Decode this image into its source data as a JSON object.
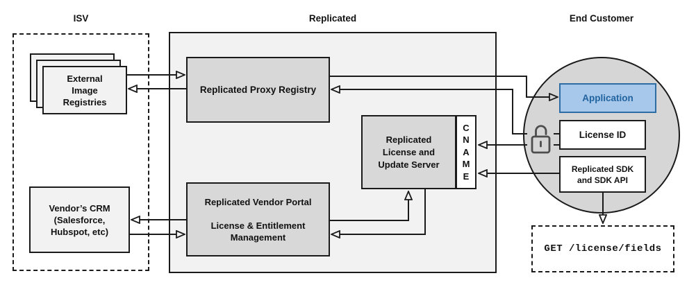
{
  "sections": {
    "isv": "ISV",
    "replicated": "Replicated",
    "end_customer": "End Customer"
  },
  "nodes": {
    "external_image_registries": "External\nImage\nRegistries",
    "vendors_crm": "Vendor’s CRM\n(Salesforce,\nHubspot, etc)",
    "proxy_registry": "Replicated Proxy Registry",
    "license_update_server": "Replicated\nLicense and\nUpdate Server",
    "cname": "C\nN\nA\nM\nE",
    "vendor_portal": "Replicated Vendor Portal\n\nLicense & Entitlement\nManagement",
    "application": "Application",
    "license_id": "License ID",
    "replicated_sdk": "Replicated SDK\nand SDK API",
    "get_license_fields": "GET /license/fields"
  },
  "icons": {
    "lock": "unlocked-padlock-icon"
  },
  "colors": {
    "line": "#1a1a1a",
    "container_gray": "#f2f2f2",
    "node_gray": "#d8d8d8",
    "circle_gray": "#d6d6d6",
    "accent_fill": "#a7c8ea",
    "accent_border": "#2e6da4",
    "accent_text": "#21639f",
    "lock_gray": "#4d4d4d"
  },
  "connections": [
    {
      "from": "external_image_registries",
      "to": "proxy_registry"
    },
    {
      "from": "proxy_registry",
      "to": "external_image_registries"
    },
    {
      "from": "proxy_registry",
      "to": "application"
    },
    {
      "from": "license_id",
      "to": "proxy_registry"
    },
    {
      "from": "license_id",
      "to": "cname"
    },
    {
      "from": "replicated_sdk",
      "to": "cname"
    },
    {
      "from": "vendor_portal",
      "to": "license_update_server"
    },
    {
      "from": "license_update_server",
      "to": "vendor_portal"
    },
    {
      "from": "vendor_portal",
      "to": "vendors_crm"
    },
    {
      "from": "vendors_crm",
      "to": "vendor_portal"
    },
    {
      "from": "replicated_sdk",
      "to": "get_license_fields"
    }
  ]
}
